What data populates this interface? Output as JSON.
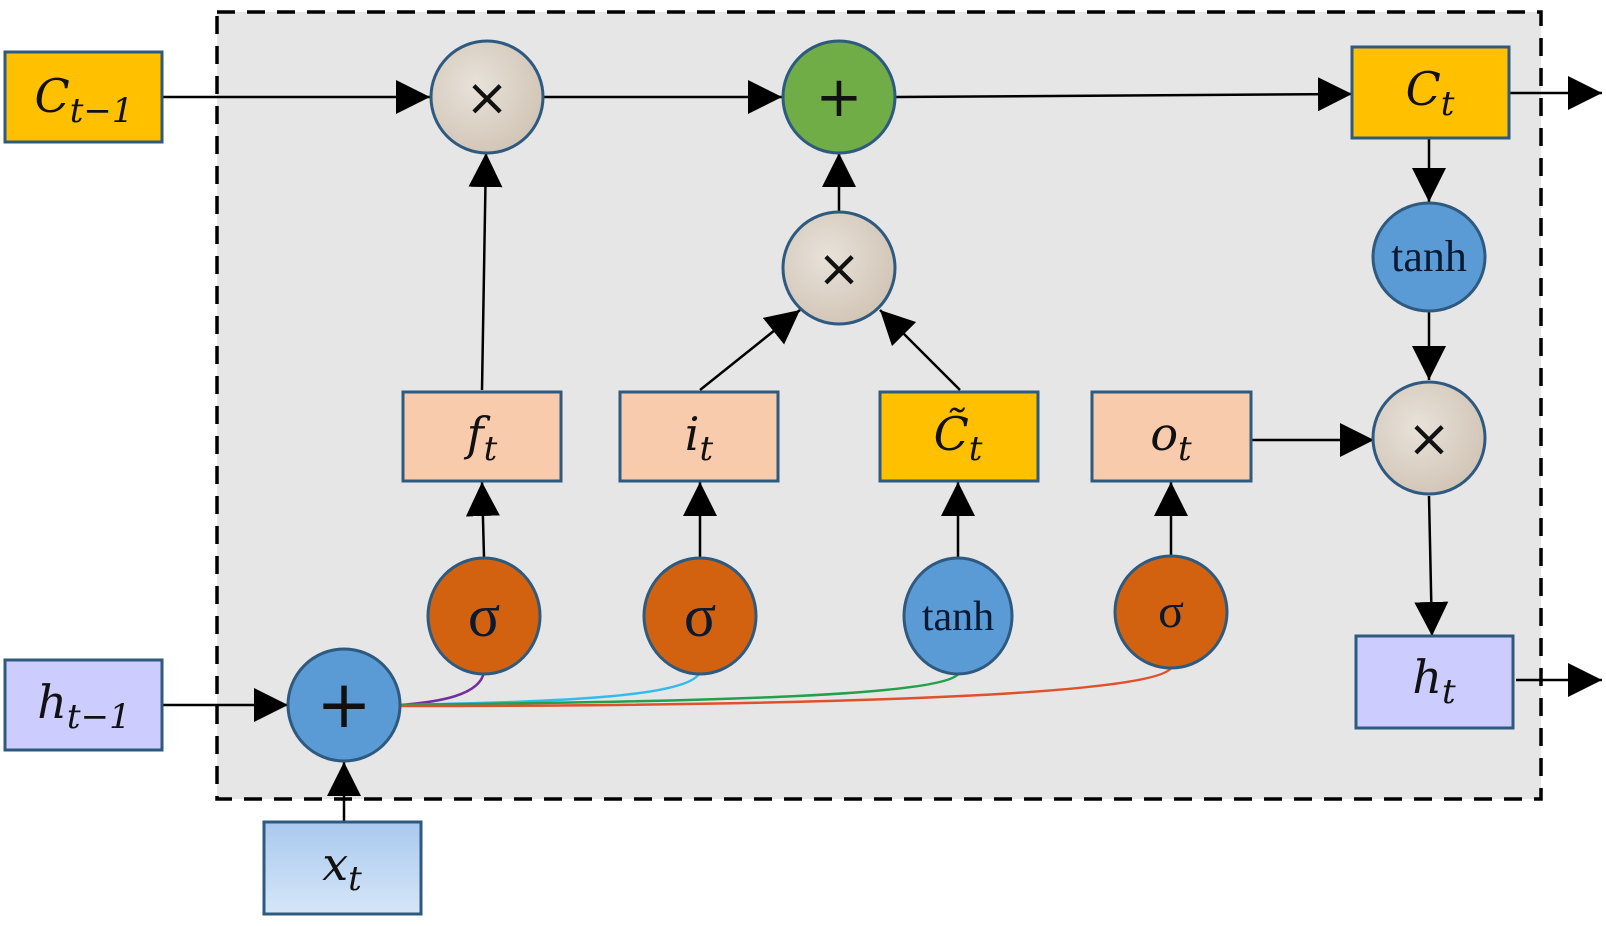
{
  "title": "LSTM cell",
  "colors": {
    "cell_state_box": "#ffc000",
    "gate_box": "#f8cbad",
    "hidden_box": "#ccccff",
    "input_box": "#bdd7ee",
    "box_border": "#2e5a80",
    "sigma_node": "#d2620f",
    "tanh_node": "#5b9bd5",
    "add_node_top": "#70ad47",
    "add_node_input": "#5b9bd5",
    "mul_node": "#d9cfc3",
    "cell_background": "#e6e6e6",
    "curve_forget": "#7030a0",
    "curve_input": "#33bbee",
    "curve_candidate": "#22a04a",
    "curve_output": "#e0502a"
  },
  "inputs": {
    "prev_cell_state": {
      "base": "C",
      "sub": "t−1"
    },
    "prev_hidden_state": {
      "base": "h",
      "sub": "t−1"
    },
    "input": {
      "base": "x",
      "sub": "t"
    }
  },
  "outputs": {
    "cell_state": {
      "base": "C",
      "sub": "t"
    },
    "hidden_state": {
      "base": "h",
      "sub": "t"
    }
  },
  "gates": {
    "forget": {
      "base": "f",
      "sub": "t"
    },
    "input": {
      "base": "i",
      "sub": "t"
    },
    "candidate": {
      "base": "C̃",
      "sub": "t"
    },
    "output": {
      "base": "o",
      "sub": "t"
    }
  },
  "operators": {
    "multiply": "×",
    "add": "+",
    "sigma": "σ",
    "tanh": "tanh"
  }
}
